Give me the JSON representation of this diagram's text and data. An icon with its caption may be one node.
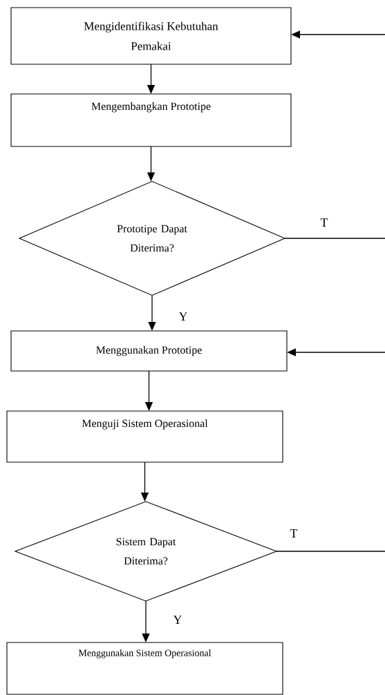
{
  "diagram": {
    "nodes": [
      {
        "text": [
          "Mengidentifikasi Kebutuhan Pemakai"
        ]
      },
      {
        "text": [
          "Mengembangkan Prototipe"
        ]
      },
      {
        "text": [
          "Prototipe Dapat Diterima?"
        ]
      },
      {
        "text": [
          "Menggunakan Prototipe"
        ]
      },
      {
        "text": [
          "Menguji Sistem Operasional"
        ]
      },
      {
        "text": [
          "Sistem Dapat Diterima?"
        ]
      },
      {
        "text": [
          "Menggunakan Sistem Operasional"
        ]
      }
    ],
    "edges": [
      {
        "from": 0,
        "to": 1,
        "arrow": "to"
      },
      {
        "from": 1,
        "to": 2,
        "arrow": "to"
      },
      {
        "from": 2,
        "to": 3,
        "arrow": "to",
        "label": "Y"
      },
      {
        "from": 3,
        "to": 4,
        "arrow": "to"
      },
      {
        "from": 4,
        "to": 5,
        "arrow": "to"
      },
      {
        "from": 5,
        "to": 6,
        "arrow": "to",
        "label": "Y"
      },
      {
        "from": 2,
        "to": null,
        "arrow": "none",
        "label": "T"
      },
      {
        "from": null,
        "to": 0,
        "arrow": "to"
      },
      {
        "from": 5,
        "to": null,
        "arrow": "none",
        "label": "T"
      },
      {
        "from": null,
        "to": 3,
        "arrow": "to"
      }
    ]
  }
}
